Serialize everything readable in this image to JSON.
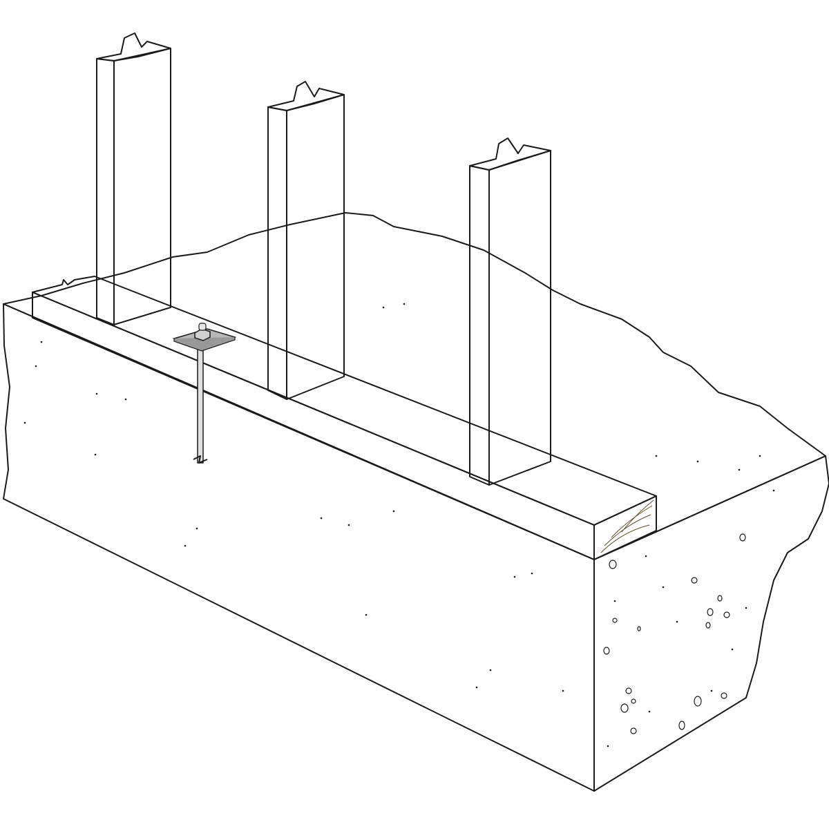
{
  "colors": {
    "background": "#ffffff",
    "concrete": "#f2f2f2",
    "sill_plate": "#c3bc98",
    "stud": "#f0ae62",
    "stud_shadow": "#e39f53",
    "anchor_plate": "#b7b7b7",
    "outline": "#1a1a1a"
  },
  "parts": [
    "concrete-foundation",
    "sill-plate",
    "wood-stud",
    "wood-stud",
    "wood-stud",
    "anchor-bolt"
  ]
}
